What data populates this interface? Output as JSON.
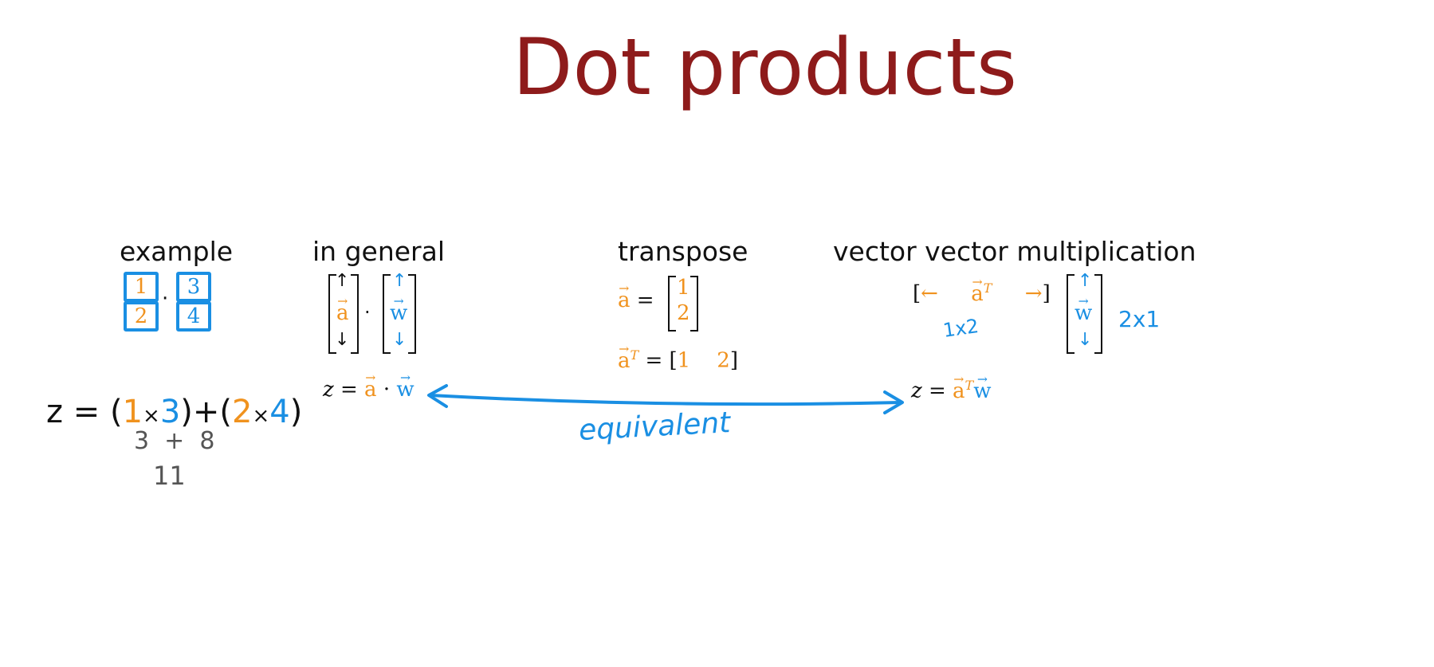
{
  "title": "Dot products",
  "colors": {
    "title": "#8e1b1b",
    "orange": "#f0921e",
    "blue": "#1a8fe3"
  },
  "example": {
    "heading": "example",
    "a": [
      "1",
      "2"
    ],
    "w": [
      "3",
      "4"
    ],
    "dot": "·",
    "equation": {
      "z": "z",
      "eq": "=",
      "lp": "(",
      "a1": "1",
      "x": "×",
      "w1": "3",
      "rp": ")",
      "plus": "+",
      "a2": "2",
      "w2": "4"
    },
    "step1": "3  +  8",
    "result": "11"
  },
  "in_general": {
    "heading": "in general",
    "a": "a",
    "w": "w",
    "up": "↑",
    "down": "↓",
    "dot": "·",
    "formula": {
      "z": "z",
      "eq": "=",
      "a": "a",
      "dot": "·",
      "w": "w"
    }
  },
  "transpose": {
    "heading": "transpose",
    "a": "a",
    "eq": "=",
    "col": [
      "1",
      "2"
    ],
    "T": "T",
    "row": [
      "1",
      "2"
    ]
  },
  "vector_vector": {
    "heading": "vector vector multiplication",
    "left_arrow": "←",
    "right_arrow": "→",
    "a": "a",
    "T": "T",
    "row_dim": "1x2",
    "w": "w",
    "up": "↑",
    "down": "↓",
    "col_dim": "2x1",
    "formula": {
      "z": "z",
      "eq": "=",
      "a": "a",
      "T": "T",
      "w": "w"
    }
  },
  "equivalent_label": "equivalent"
}
